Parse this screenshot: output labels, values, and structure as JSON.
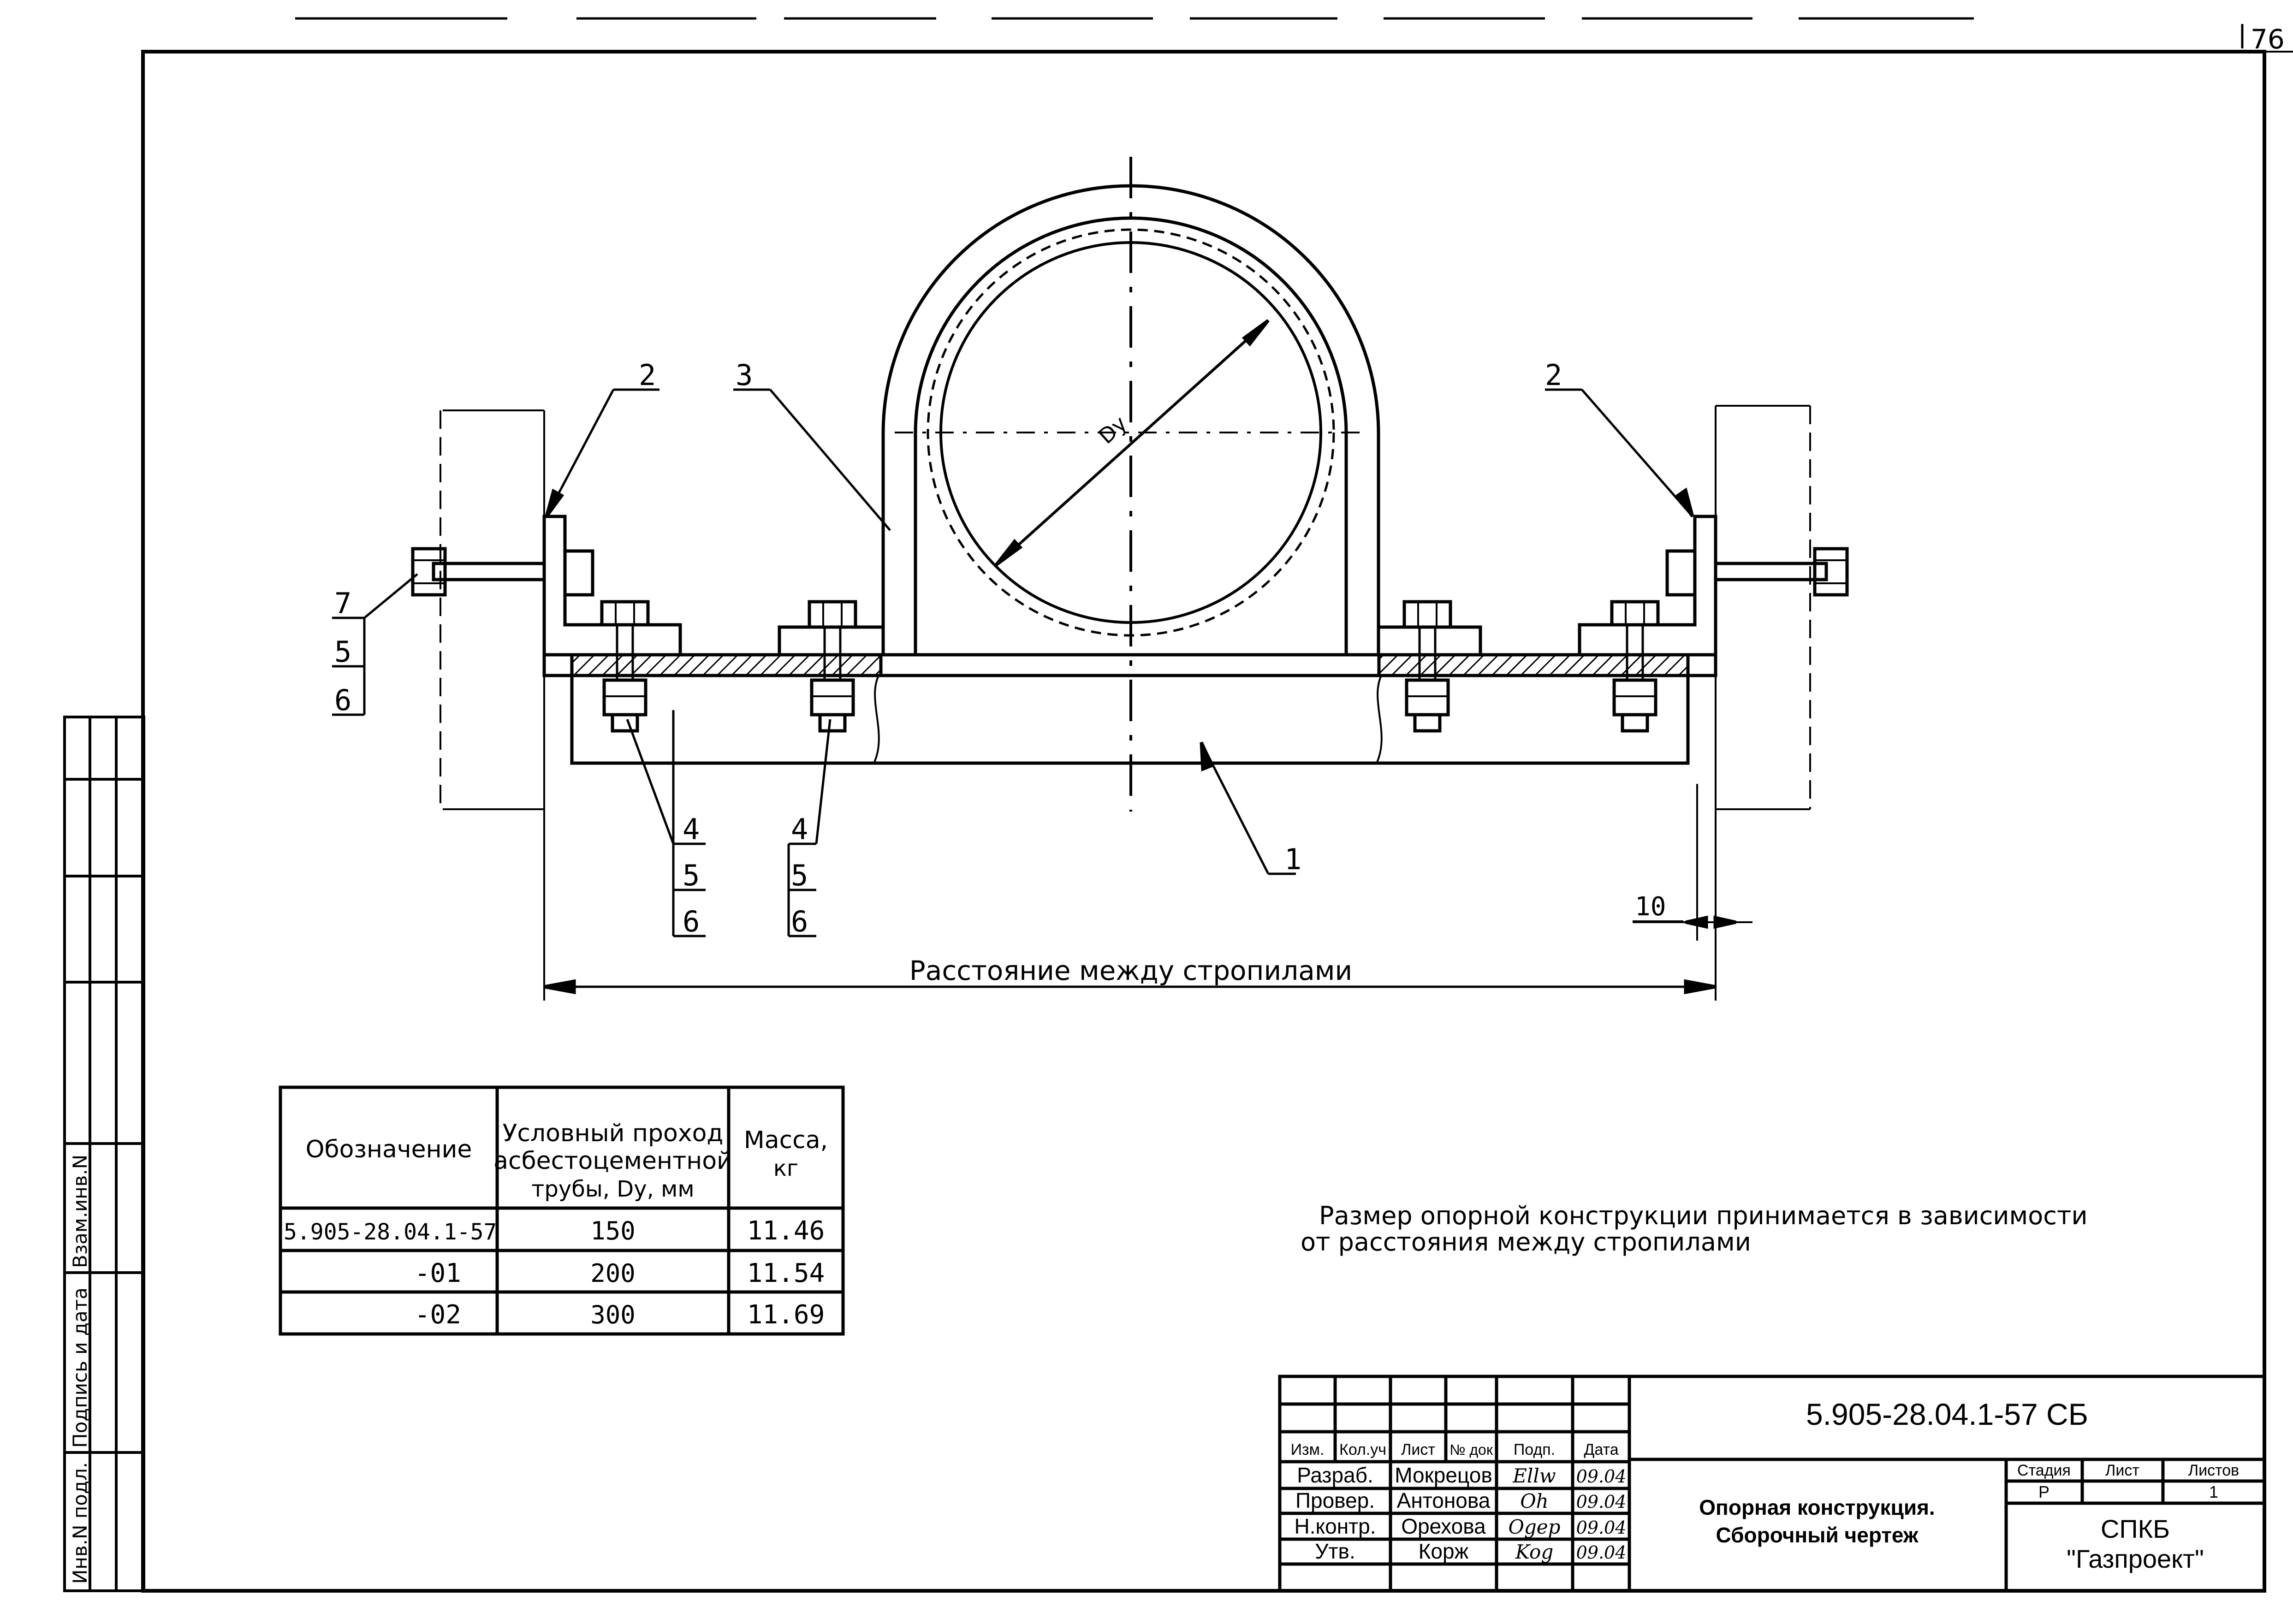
{
  "page_number": "76",
  "callouts": {
    "c2_left": "2",
    "c3": "3",
    "c2_right": "2",
    "c7": "7",
    "c5_left": "5",
    "c6_left": "6",
    "g1_4": "4",
    "g1_5": "5",
    "g1_6": "6",
    "g2_4": "4",
    "g2_5": "5",
    "g2_6": "6",
    "c1": "1",
    "dim_10": "10",
    "dy": "Dy"
  },
  "span_label": "Расстояние между стропилами",
  "note": {
    "line1": "Размер опорной конструкции принимается в зависимости",
    "line2": "от расстояния между стропилами"
  },
  "spec_table": {
    "headers": {
      "designation": "Обозначение",
      "bore_l1": "Условный проход",
      "bore_l2": "асбестоцементной",
      "bore_l3": "трубы, Dy, мм",
      "mass_l1": "Масса,",
      "mass_l2": "кг"
    },
    "rows": [
      {
        "designation": "5.905-28.04.1-57",
        "bore": "150",
        "mass": "11.46"
      },
      {
        "designation": "-01",
        "bore": "200",
        "mass": "11.54"
      },
      {
        "designation": "-02",
        "bore": "300",
        "mass": "11.69"
      }
    ]
  },
  "side_stamp": {
    "f1": "Инв.N подл.",
    "f2": "Подпись и дата",
    "f3": "Взам.инв.N"
  },
  "title_block": {
    "doc_code": "5.905-28.04.1-57 СБ",
    "columns": {
      "izm": "Изм.",
      "kol": "Кол.уч",
      "list": "Лист",
      "ndok": "№ док",
      "podp": "Подп.",
      "data": "Дата"
    },
    "people": [
      {
        "role": "Разраб.",
        "name": "Мокрецов",
        "sign": "Ellw",
        "date": "09.04"
      },
      {
        "role": "Провер.",
        "name": "Антонова",
        "sign": "Oh",
        "date": "09.04"
      },
      {
        "role": "Н.контр.",
        "name": "Орехова",
        "sign": "Ogep",
        "date": "09.04"
      },
      {
        "role": "Утв.",
        "name": "Корж",
        "sign": "Kog",
        "date": "09.04"
      }
    ],
    "title_l1": "Опорная конструкция.",
    "title_l2": "Сборочный чертеж",
    "stage_label": "Стадия",
    "sheet_label": "Лист",
    "sheets_label": "Листов",
    "stage": "Р",
    "sheet": "",
    "sheets": "1",
    "org_l1": "СПКБ",
    "org_l2": "\"Газпроект\""
  }
}
